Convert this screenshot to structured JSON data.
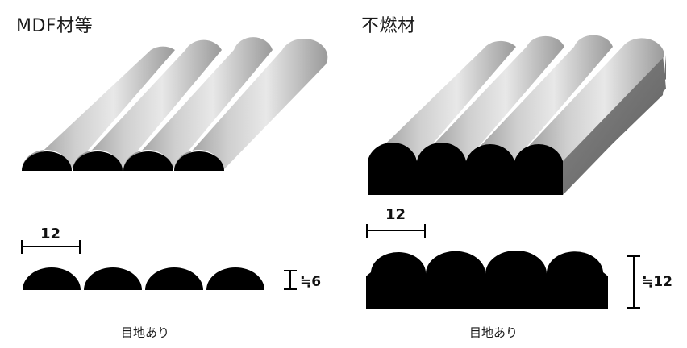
{
  "panels": {
    "left": {
      "title": "MDF材等",
      "width_label": "12",
      "height_label": "≒6",
      "caption": "目地あり"
    },
    "right": {
      "title": "不燃材",
      "width_label": "12",
      "height_label": "≒12",
      "caption": "目地あり"
    }
  }
}
